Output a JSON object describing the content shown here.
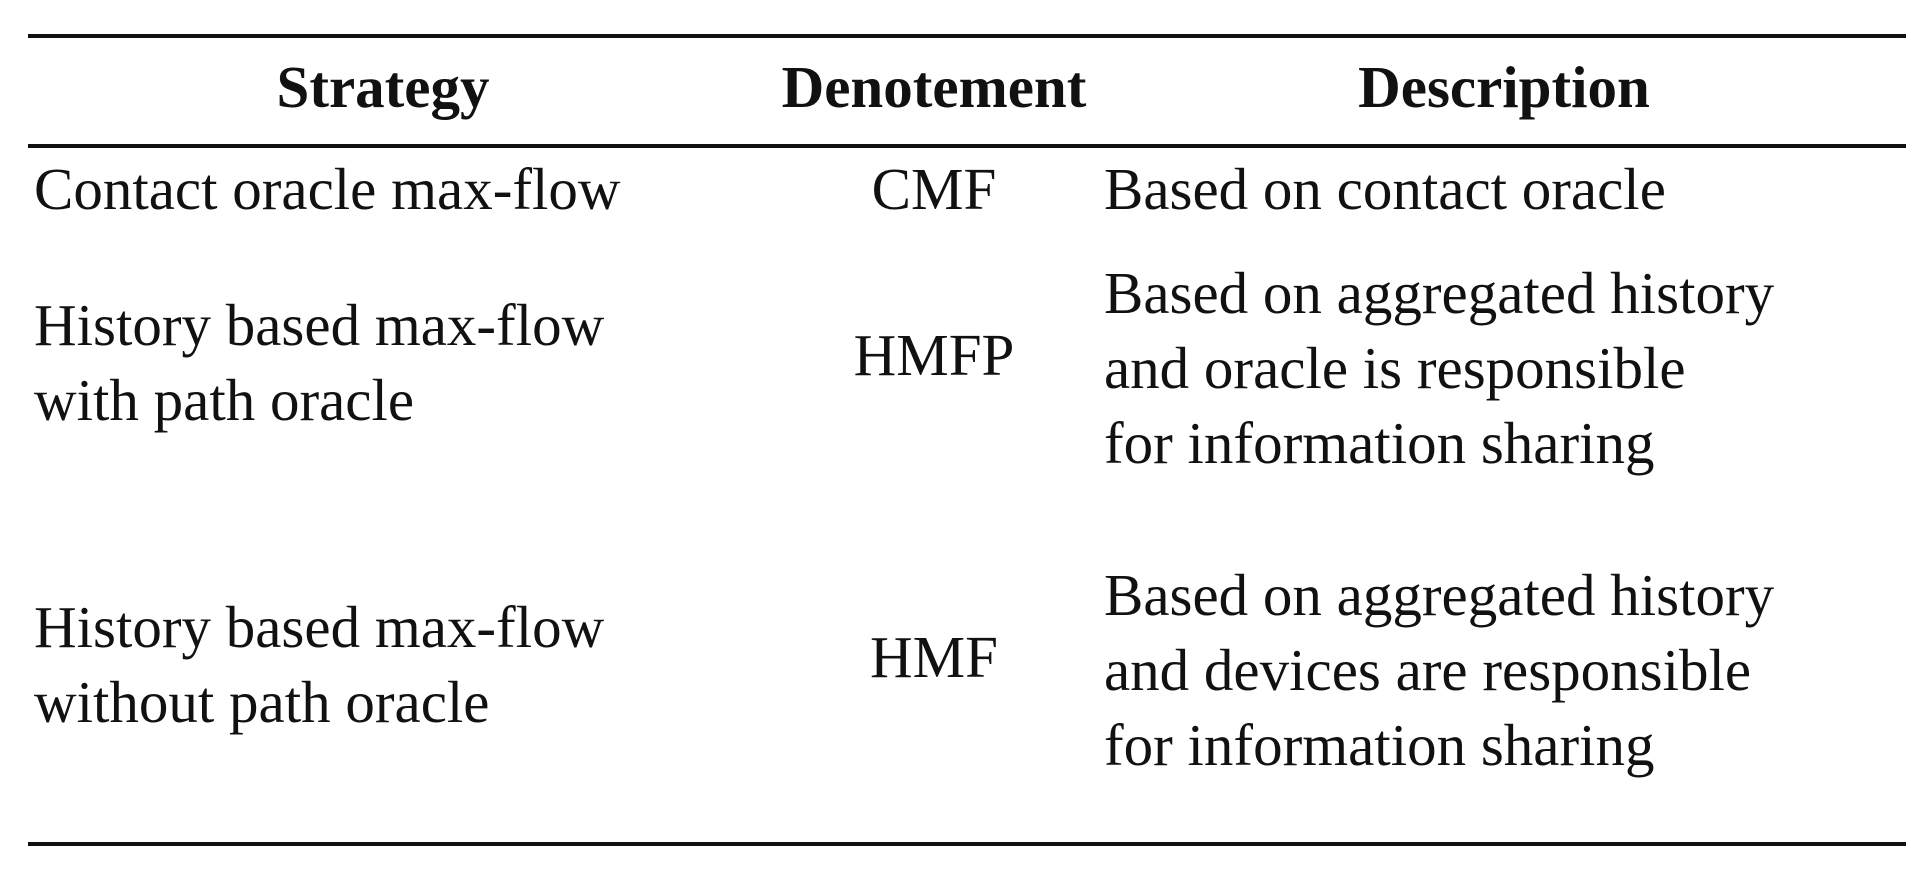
{
  "table": {
    "headers": {
      "strategy": "Strategy",
      "denotement": "Denotement",
      "description": "Description"
    },
    "rows": [
      {
        "strategy": [
          "Contact oracle max-flow"
        ],
        "denotement": "CMF",
        "description": [
          "Based on contact oracle"
        ]
      },
      {
        "strategy": [
          "History based max-flow",
          "with path oracle"
        ],
        "denotement": "HMFP",
        "description": [
          "Based on aggregated history",
          "and oracle is responsible",
          "for information sharing"
        ]
      },
      {
        "strategy": [
          "History based max-flow",
          "without path oracle"
        ],
        "denotement": "HMF",
        "description": [
          "Based on aggregated history",
          "and devices are responsible",
          "for information sharing"
        ]
      }
    ]
  }
}
